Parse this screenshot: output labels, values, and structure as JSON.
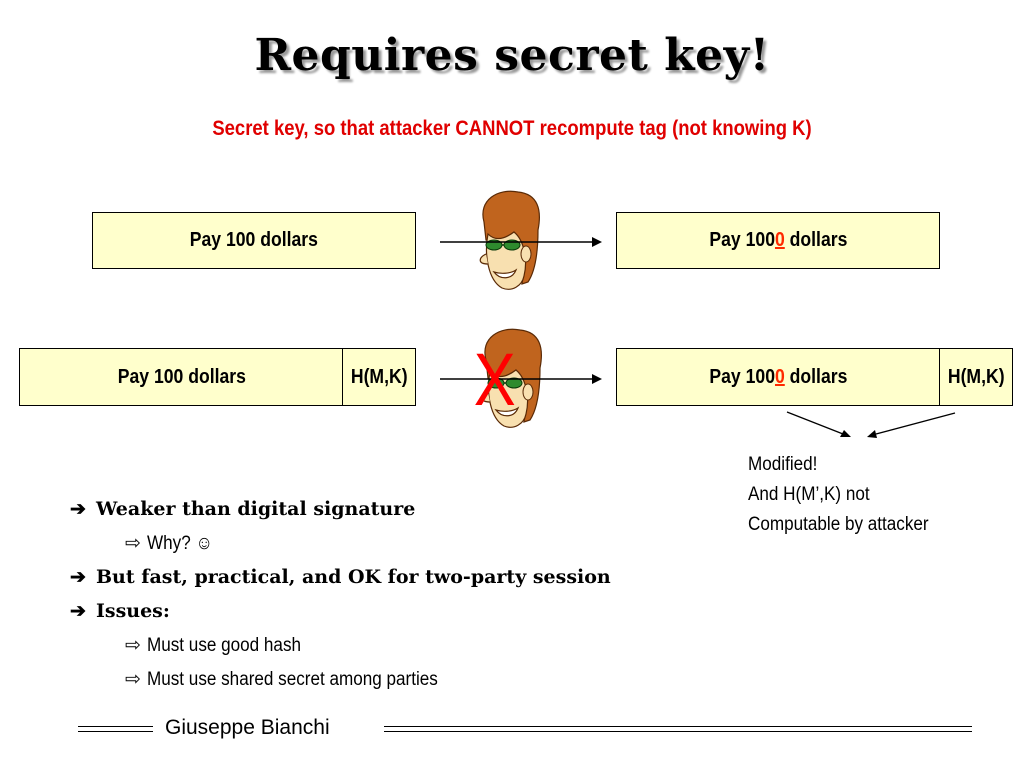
{
  "title": "Requires secret key!",
  "subtitle": "Secret key, so that attacker CANNOT recompute tag (not knowing K)",
  "row1": {
    "left_box": "Pay 100 dollars",
    "right_prefix": "Pay 100",
    "right_mod": "0",
    "right_suffix": " dollars"
  },
  "row2": {
    "left_box": "Pay 100 dollars",
    "left_tag": "H(M,K)",
    "right_prefix": "Pay 100",
    "right_mod": "0",
    "right_suffix": " dollars",
    "right_tag": "H(M,K)",
    "cross_mark": "X"
  },
  "note": {
    "line1": "Modified!",
    "line2": "And H(M’,K) not",
    "line3": "Computable by attacker"
  },
  "bullets": [
    {
      "text": "Weaker than digital signature"
    },
    {
      "text": "Why? ☺",
      "sub": true
    },
    {
      "text": "But fast, practical, and OK for two-party session"
    },
    {
      "text": "Issues:"
    },
    {
      "text": "Must use good hash",
      "sub": true
    },
    {
      "text": "Must use shared secret among parties",
      "sub": true
    }
  ],
  "footer": {
    "author": "Giuseppe Bianchi"
  },
  "colors": {
    "box_fill": "#ffffcc",
    "accent_red": "#e00000"
  },
  "icons": {
    "attacker": "attacker-face-icon",
    "bullet": "right-arrow-icon",
    "sub_bullet": "hollow-arrow-icon"
  }
}
